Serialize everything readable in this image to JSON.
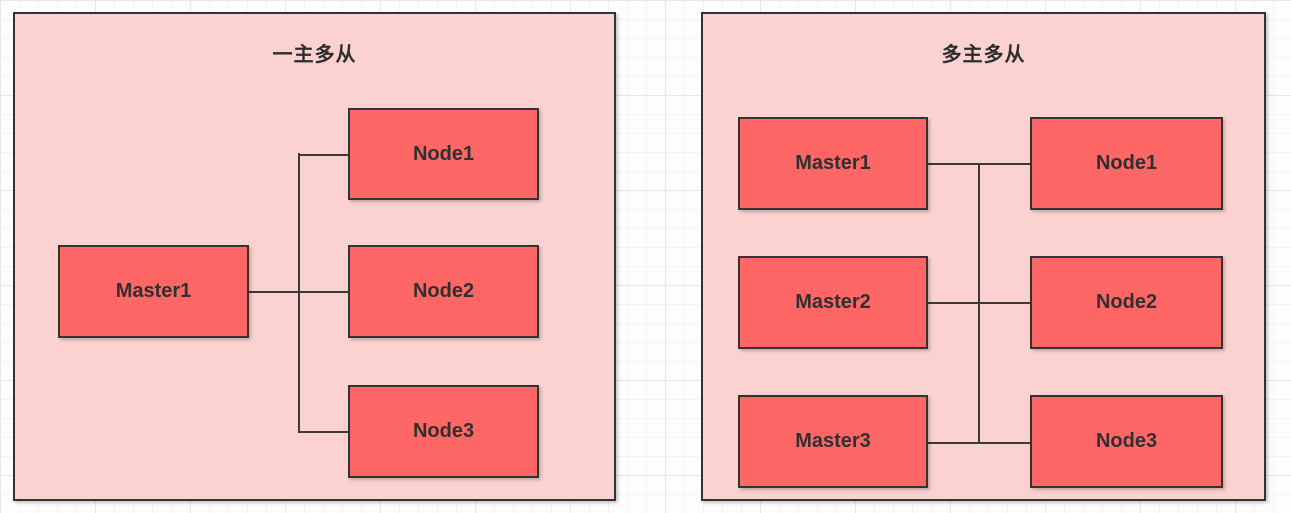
{
  "colors": {
    "panel_fill": "#fcd2d1",
    "box_fill": "#ff6666",
    "stroke": "#333333",
    "text": "#2d2d2d",
    "grid_line": "#ececec",
    "canvas_background": "#fdfdfd"
  },
  "panels": [
    {
      "title": "一主多从",
      "masters": [
        {
          "label": "Master1"
        }
      ],
      "nodes": [
        {
          "label": "Node1"
        },
        {
          "label": "Node2"
        },
        {
          "label": "Node3"
        }
      ],
      "edges": [
        {
          "from": "Master1",
          "to": "Node1"
        },
        {
          "from": "Master1",
          "to": "Node2"
        },
        {
          "from": "Master1",
          "to": "Node3"
        }
      ]
    },
    {
      "title": "多主多从",
      "masters": [
        {
          "label": "Master1"
        },
        {
          "label": "Master2"
        },
        {
          "label": "Master3"
        }
      ],
      "nodes": [
        {
          "label": "Node1"
        },
        {
          "label": "Node2"
        },
        {
          "label": "Node3"
        }
      ],
      "edges": [
        {
          "from": "Master1",
          "to": "Node1"
        },
        {
          "from": "Master2",
          "to": "Node2"
        },
        {
          "from": "Master3",
          "to": "Node3"
        },
        {
          "from": "all-masters",
          "to": "all-nodes",
          "via": "shared vertical bus"
        }
      ]
    }
  ]
}
